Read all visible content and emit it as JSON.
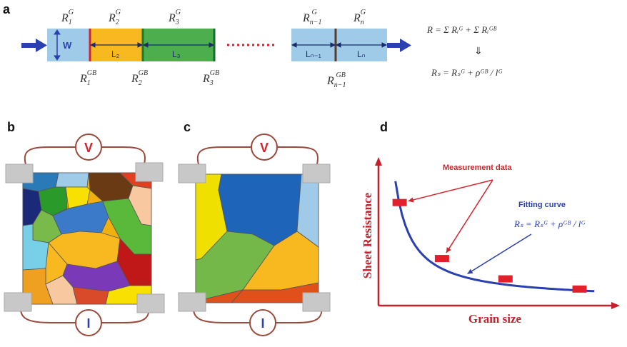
{
  "panels": {
    "a": {
      "letter": "a",
      "width_label": "W",
      "segment_labels": [
        "L₂",
        "L₃",
        "Lₙ₋₁",
        "Lₙ"
      ],
      "top_resistor_labels": [
        {
          "base": "R",
          "sub": "1",
          "sup": "G"
        },
        {
          "base": "R",
          "sub": "2",
          "sup": "G"
        },
        {
          "base": "R",
          "sub": "3",
          "sup": "G"
        },
        {
          "base": "R",
          "sub": "n−1",
          "sup": "G"
        },
        {
          "base": "R",
          "sub": "n",
          "sup": "G"
        }
      ],
      "bottom_resistor_labels": [
        {
          "base": "R",
          "sub": "1",
          "sup": "GB"
        },
        {
          "base": "R",
          "sub": "2",
          "sup": "GB"
        },
        {
          "base": "R",
          "sub": "3",
          "sup": "GB"
        },
        {
          "base": "R",
          "sub": "n−1",
          "sup": "GB"
        }
      ],
      "equation_sum": "R = Σ Rᵢᴳ + Σ Rᵢᴳᴮ",
      "equation_arrow": "⇓",
      "equation_sheet": "Rₛ = Rₛᴳ + ρᴳᴮ / lᴳ"
    },
    "b": {
      "letter": "b",
      "voltmeter": "V",
      "ammeter": "I"
    },
    "c": {
      "letter": "c",
      "voltmeter": "V",
      "ammeter": "I"
    },
    "d": {
      "letter": "d",
      "annotation_data": "Measurement data",
      "annotation_fit": "Fitting curve",
      "fit_equation": "Rₛ = Rₛᴳ + ρᴳᴮ / lᴳ"
    }
  },
  "chart_data": {
    "type": "scatter",
    "title": "",
    "xlabel": "Grain size",
    "ylabel": "Sheet Resistance",
    "series": [
      {
        "name": "Measurement data",
        "style": "markers",
        "color": "#e0202a",
        "x": [
          1.0,
          3.0,
          6.0,
          9.5
        ],
        "y": [
          8.1,
          3.7,
          2.1,
          1.3
        ]
      },
      {
        "name": "Fitting curve",
        "style": "line",
        "color": "#2a3fb0",
        "model": "y = a + b / x",
        "a": 0.4,
        "b": 7.5,
        "x_range": [
          0.8,
          10.2
        ]
      }
    ],
    "xlim": [
      0,
      11
    ],
    "ylim": [
      0,
      11
    ],
    "grid": false
  },
  "colors": {
    "light_blue": "#9fcbe8",
    "orange": "#f8b820",
    "green": "#4cae4c",
    "red": "#e0202a",
    "navy": "#2a3fb0",
    "wire": "#9a4a3a"
  }
}
